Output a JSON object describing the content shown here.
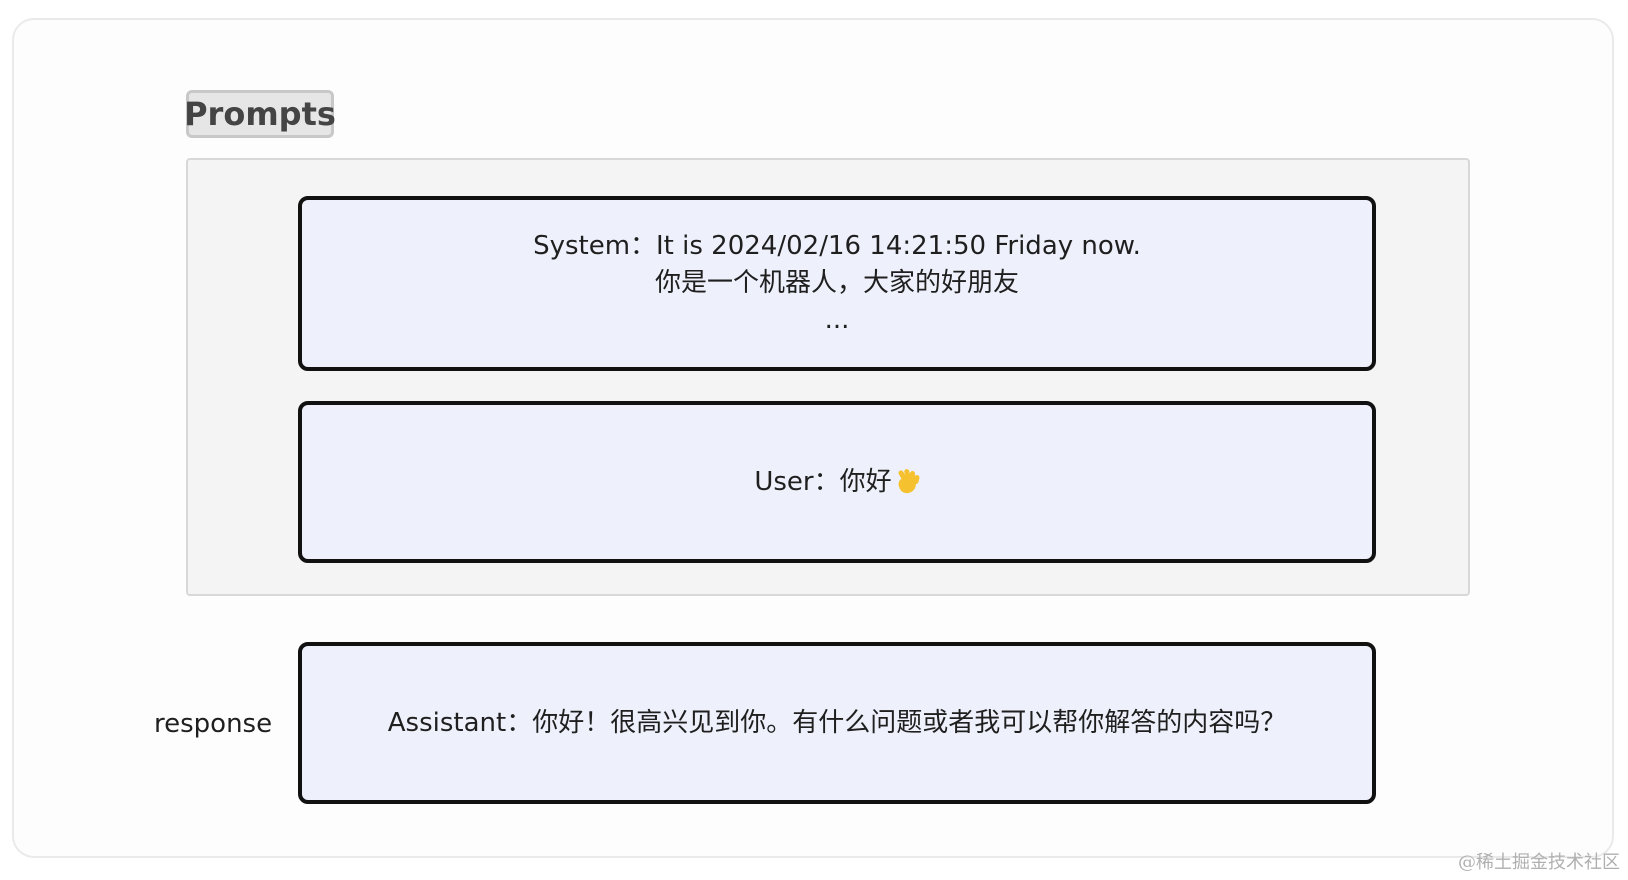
{
  "diagram": {
    "group_label": "Prompts",
    "system_message": {
      "line1": "System：It is 2024/02/16 14:21:50 Friday now.",
      "line2": "你是一个机器人，大家的好朋友",
      "line3": "..."
    },
    "user_message": {
      "text": "User：你好",
      "icon": "waving-hand-icon"
    },
    "response_label": "response",
    "assistant_message": "Assistant：你好！很高兴见到你。有什么问题或者我可以帮你解答的内容吗？"
  },
  "credit": "@稀土掘金技术社区",
  "colors": {
    "box_fill": "#eef1fb",
    "box_border": "#111111",
    "group_fill": "#f4f4f4",
    "tag_fill": "#e6e6e6",
    "wave_icon": "#f6c12f"
  }
}
